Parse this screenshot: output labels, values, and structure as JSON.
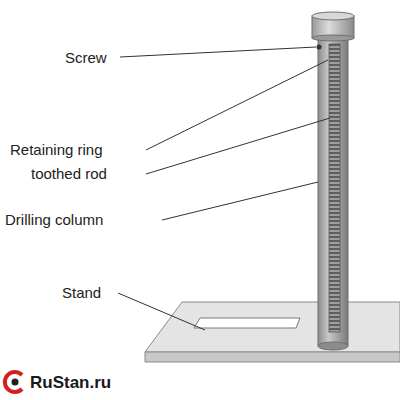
{
  "diagram": {
    "labels": [
      "Screw",
      "Retaining ring",
      "toothed rod",
      "Drilling column",
      "Stand",
      "RuStan.ru"
    ]
  }
}
